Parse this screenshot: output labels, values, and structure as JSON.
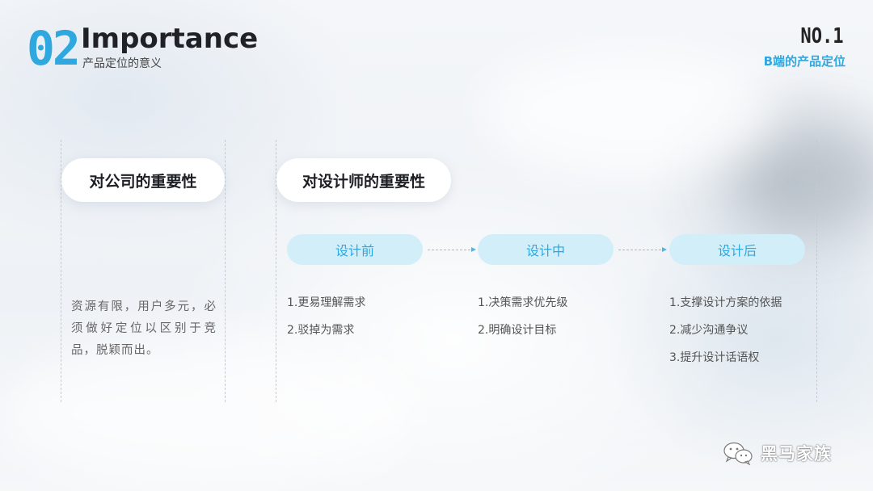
{
  "header": {
    "number": "02",
    "title": "Importance",
    "subtitle": "产品定位的意义",
    "slide_no": "NO.1",
    "slide_topic": "B端的产品定位"
  },
  "company": {
    "title": "对公司的重要性",
    "description": "资源有限，用户多元，必须做好定位以区别于竞品，脱颖而出。"
  },
  "designer": {
    "title": "对设计师的重要性",
    "stages": [
      {
        "label": "设计前",
        "items": [
          "1.更易理解需求",
          "2.驳掉为需求"
        ]
      },
      {
        "label": "设计中",
        "items": [
          "1.决策需求优先级",
          "2.明确设计目标"
        ]
      },
      {
        "label": "设计后",
        "items": [
          "1.支撑设计方案的依据",
          "2.减少沟通争议",
          "3.提升设计话语权"
        ]
      }
    ]
  },
  "watermark": {
    "icon": "wechat-icon",
    "text": "黑马家族"
  },
  "colors": {
    "accent": "#2fa7df",
    "stage_fill": "#d2eef9",
    "title_text": "#1d1f24"
  }
}
